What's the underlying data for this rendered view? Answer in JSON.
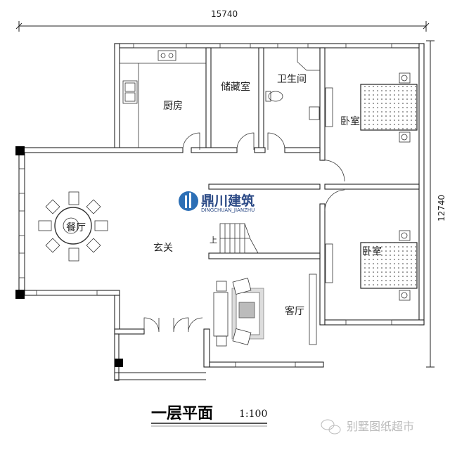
{
  "dimensions": {
    "width": "15740",
    "height": "12740"
  },
  "rooms": {
    "kitchen": "厨房",
    "storage": "储藏室",
    "bathroom": "卫生间",
    "bedroom_1": "卧室",
    "bedroom_2": "卧室",
    "dining": "餐厅",
    "foyer": "玄关",
    "living": "客厅",
    "stair_up": "上"
  },
  "logo": {
    "name_cn": "鼎川建筑",
    "name_en": "DINGCHUAN_JIANZHU",
    "color": "#2c6fb6"
  },
  "title": {
    "text": "一层平面",
    "scale": "1:100"
  },
  "watermark": {
    "text": "别墅图纸超市",
    "icon": "wechat-icon"
  }
}
